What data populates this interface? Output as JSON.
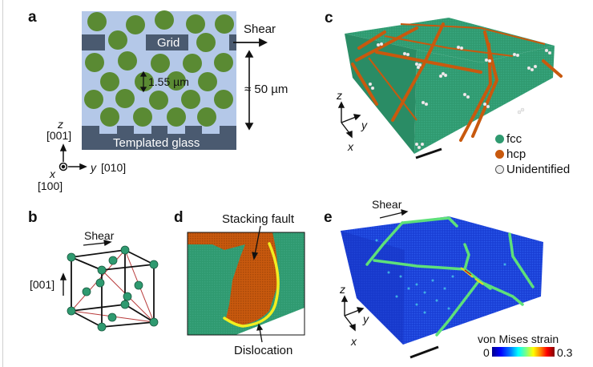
{
  "figure": {
    "panels": {
      "a": {
        "letter": "a",
        "grid_label": "Grid",
        "glass_label": "Templated glass",
        "spacing_label": "1.55 µm",
        "height_label": "≈ 50 µm",
        "shear_label": "Shear",
        "axes": {
          "z_label": "z",
          "z_dir": "[001]",
          "y_label": "y",
          "y_dir": "[010]",
          "x_label": "x",
          "x_dir": "[100]"
        }
      },
      "b": {
        "letter": "b",
        "shear_label": "Shear",
        "dir_label": "[001]"
      },
      "c": {
        "letter": "c",
        "axes": {
          "z_label": "z",
          "y_label": "y",
          "x_label": "x"
        },
        "legend": [
          {
            "label": "fcc",
            "color": "#2f9a70"
          },
          {
            "label": "hcp",
            "color": "#c8590e"
          },
          {
            "label": "Unidentified",
            "color": "#e8e8e8"
          }
        ]
      },
      "d": {
        "letter": "d",
        "stacking_fault_label": "Stacking fault",
        "dislocation_label": "Dislocation"
      },
      "e": {
        "letter": "e",
        "shear_label": "Shear",
        "axes": {
          "z_label": "z",
          "y_label": "y",
          "x_label": "x"
        },
        "colorbar": {
          "title": "von Mises strain",
          "min_label": "0",
          "max_label": "0.3"
        }
      }
    },
    "colors": {
      "colloid_green": "#5a8a33",
      "fluid_blue": "#b4c8e8",
      "grid_slate": "#4a5a70",
      "fcc_green": "#2f9a70",
      "hcp_orange": "#c8590e",
      "dislocation_yellow": "#f2ee20",
      "strain_blue": "#1a3fd6"
    }
  }
}
